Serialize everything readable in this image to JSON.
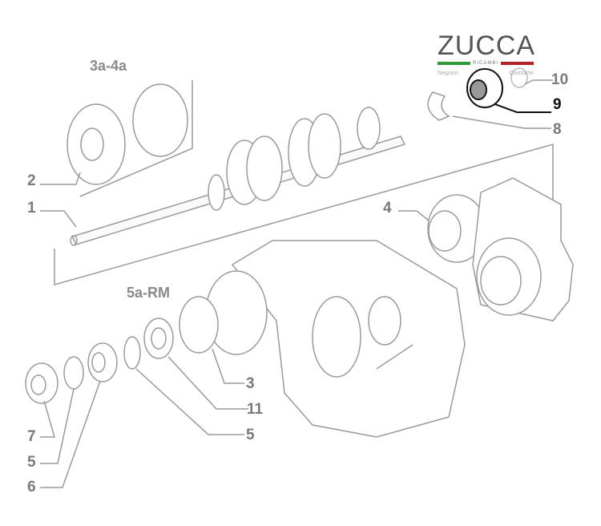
{
  "logo": {
    "name": "ZUCCA",
    "sub": "RICAMBI",
    "tag_left": "Negozio",
    "tag_right": "Classiche"
  },
  "groups": {
    "g1": "3a-4a",
    "g2": "5a-RM"
  },
  "labels": {
    "l10": "10",
    "l9": "9",
    "l8": "8",
    "l2": "2",
    "l1": "1",
    "l4": "4",
    "l3": "3",
    "l11": "11",
    "l5a": "5",
    "l7": "7",
    "l5b": "5",
    "l6": "6"
  },
  "colors": {
    "highlight": "#111111",
    "part_stroke": "#9a9a9a"
  }
}
